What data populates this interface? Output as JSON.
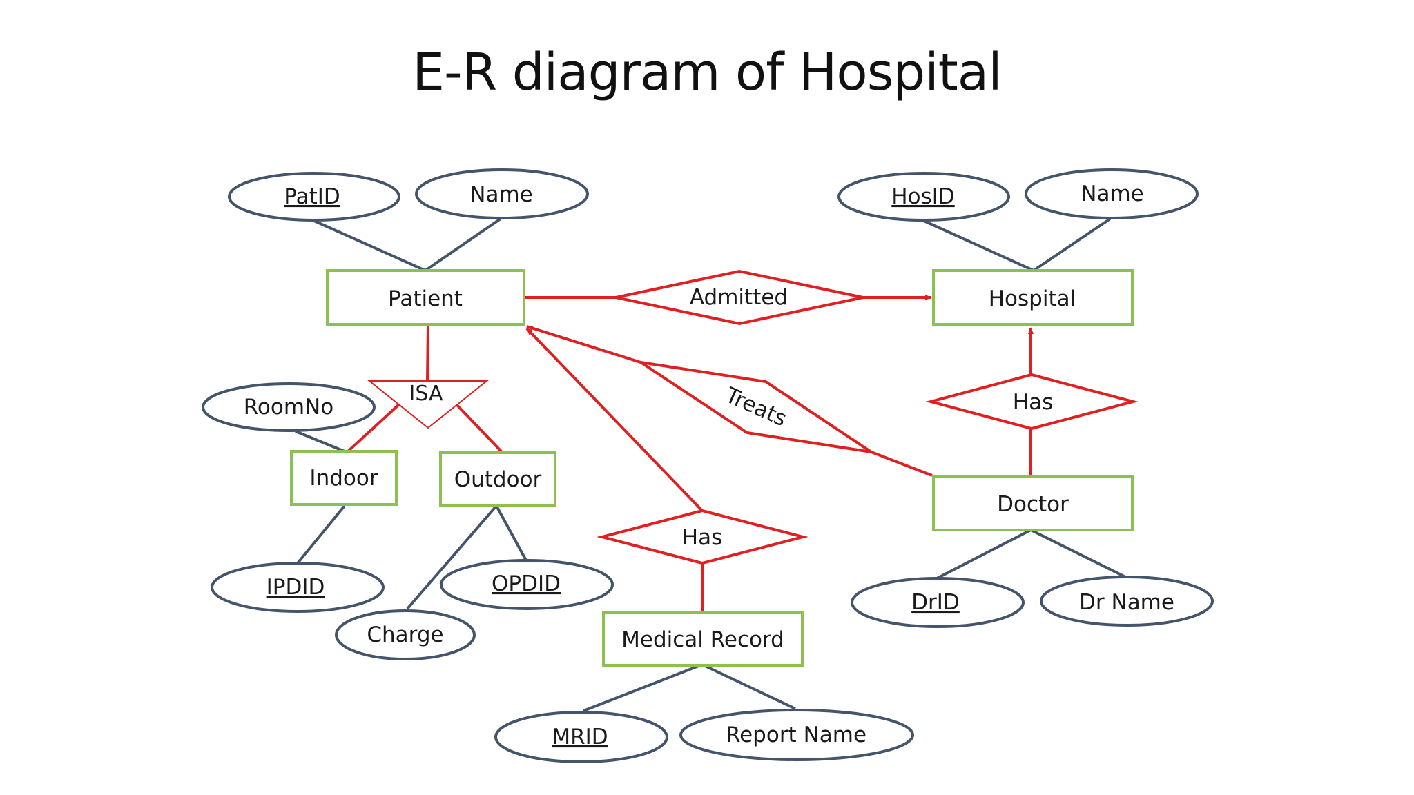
{
  "title": "E-R diagram of Hospital",
  "colors": {
    "entity_stroke": "#8cc152",
    "relationship_stroke": "#e02020",
    "attribute_stroke": "#44546a",
    "text": "#1a1a1a"
  },
  "entities": {
    "patient": "Patient",
    "hospital": "Hospital",
    "indoor": "Indoor",
    "outdoor": "Outdoor",
    "doctor": "Doctor",
    "medical_record": "Medical Record"
  },
  "relationships": {
    "admitted": "Admitted",
    "treats": "Treats",
    "has_hospital_doctor": "Has",
    "has_patient_record": "Has",
    "isa": "ISA"
  },
  "attributes": {
    "patient_id": {
      "label": "PatID",
      "key": true
    },
    "patient_name": {
      "label": "Name",
      "key": false
    },
    "hospital_id": {
      "label": "HosID",
      "key": true
    },
    "hospital_name": {
      "label": "Name",
      "key": false
    },
    "room_no": {
      "label": "RoomNo",
      "key": false
    },
    "ipd_id": {
      "label": "IPDID",
      "key": true
    },
    "opd_id": {
      "label": "OPDID",
      "key": true
    },
    "charge": {
      "label": "Charge",
      "key": false
    },
    "doctor_id": {
      "label": "DrID",
      "key": true
    },
    "doctor_name": {
      "label": "Dr Name",
      "key": false
    },
    "mr_id": {
      "label": "MRID",
      "key": true
    },
    "report_name": {
      "label": "Report Name",
      "key": false
    }
  }
}
